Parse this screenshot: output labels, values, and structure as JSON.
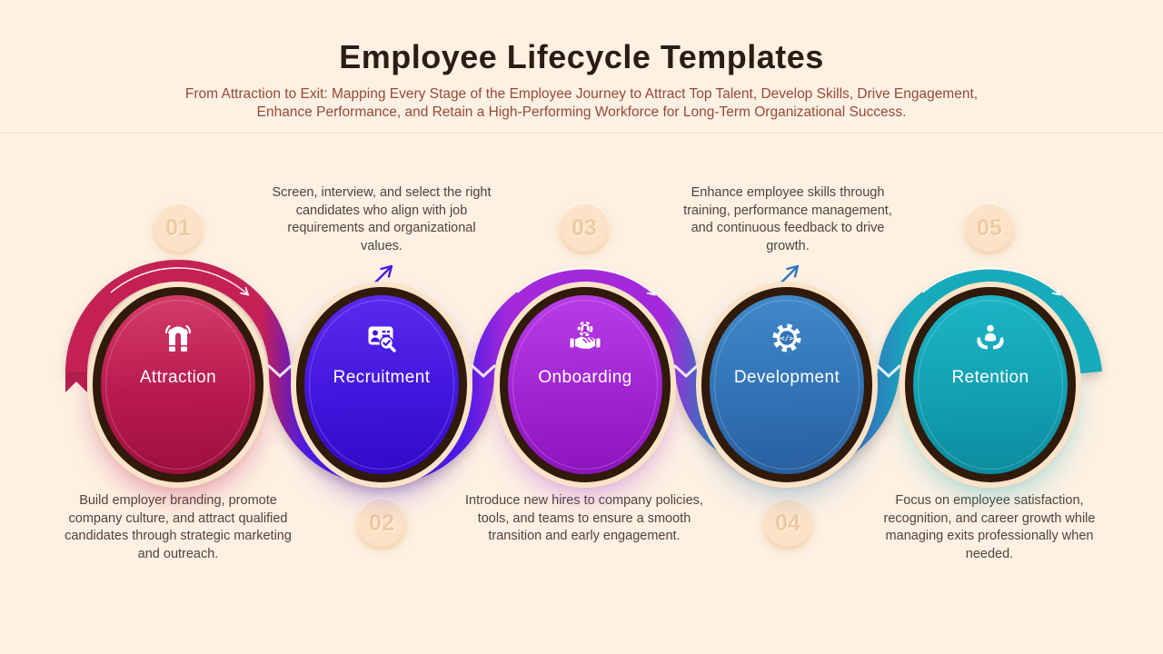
{
  "header": {
    "title": "Employee Lifecycle Templates",
    "subtitle_lines": [
      "From Attraction to Exit: Mapping Every Stage of the Employee Journey to Attract Top Talent, Develop Skills, Drive Engagement,",
      "Enhance Performance, and Retain a High-Performing Workforce for Long-Term Organizational Success."
    ]
  },
  "stages": [
    {
      "number": "01",
      "label": "Attraction",
      "icon": "magnet-icon",
      "arc_color": "#c42155",
      "number_position": "top",
      "description_position": "bottom",
      "description": "Build employer branding, promote company culture, and attract qualified candidates through strategic marketing and outreach."
    },
    {
      "number": "02",
      "label": "Recruitment",
      "icon": "candidate-search-icon",
      "arc_color": "#4a1ce6",
      "number_position": "bottom",
      "description_position": "top",
      "description": "Screen, interview, and select the right candidates who align with job requirements and organizational values."
    },
    {
      "number": "03",
      "label": "Onboarding",
      "icon": "handshake-icon",
      "arc_color": "#a32adb",
      "number_position": "top",
      "description_position": "bottom",
      "description": "Introduce new hires to company policies, tools, and teams to ensure a smooth transition and early engagement."
    },
    {
      "number": "04",
      "label": "Development",
      "icon": "gear-code-icon",
      "arc_color": "#3178bd",
      "number_position": "bottom",
      "description_position": "top",
      "description": "Enhance employee skills through training, performance management, and continuous feedback to drive growth."
    },
    {
      "number": "05",
      "label": "Retention",
      "icon": "hands-person-icon",
      "arc_color": "#17abbc",
      "number_position": "top",
      "description_position": "bottom",
      "description": "Focus on employee satisfaction, recognition, and career growth while managing exits professionally when needed."
    }
  ],
  "colors": {
    "background": "#fdf1e3",
    "title_text": "#2d1c11",
    "subtitle_text": "#96493a",
    "description_text": "#4e443a",
    "badge_background": "#fce3c7",
    "badge_text": "#efc9a0",
    "circle_ring_dark": "#301a0a",
    "circle_ring_light": "#fbe3c8"
  }
}
